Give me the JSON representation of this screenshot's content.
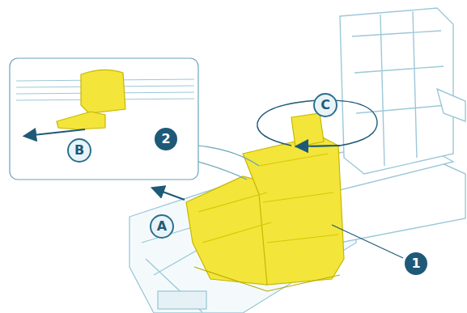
{
  "diagram": {
    "labels": [
      "C",
      "2",
      "B",
      "A",
      "1"
    ]
  }
}
